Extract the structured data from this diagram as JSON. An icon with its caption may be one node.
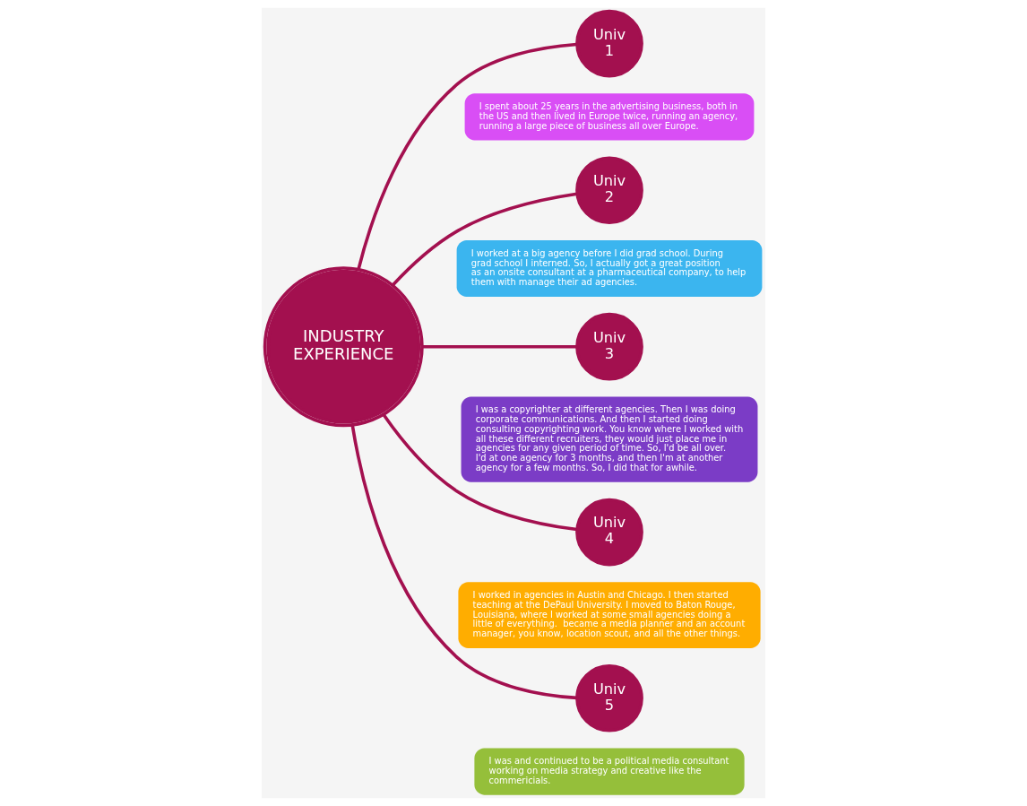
{
  "diagram": {
    "nodes": [
      {
        "text": [
          "INDUSTRY EXPERIENCE"
        ]
      },
      {
        "text": [
          "Univ",
          "1"
        ]
      },
      {
        "text": [
          "I spent about 25 years in the advertising business, both in the US and then lived in Europe twice, running an agency, running a large piece of business all over Europe."
        ]
      },
      {
        "text": [
          "Univ",
          "2"
        ]
      },
      {
        "text": [
          "I worked at a big agency before I did grad school. During grad school I interned. So, I actually got a great position as an onsite consultant at a pharmaceutical company, to help them with manage their ad agencies."
        ]
      },
      {
        "text": [
          "Univ",
          "3"
        ]
      },
      {
        "text": [
          "I was a copyrighter at different agencies. Then I was doing corporate communications. And then I started doing consulting copyrighting work. You know where I worked with all these different recruiters, they would just place me in agencies for any given period of time. So, I'd be all over. I'd at one agency for 3 months, and then I'm at another agency for a few months. So, I did that for awhile."
        ]
      },
      {
        "text": [
          "Univ",
          "4"
        ]
      },
      {
        "text": [
          "I worked in agencies in Austin and Chicago. I then started teaching at the DePaul University. I moved to Baton Rouge, Louisiana, where I worked at some small agencies doing a little of everything.  became a media planner and an account manager, you know, location scout, and all the other things."
        ]
      },
      {
        "text": [
          "Univ",
          "5"
        ]
      },
      {
        "text": [
          "I was and continued to be a political media consultant working on media strategy and creative like the commericials."
        ]
      }
    ],
    "edges": [
      {
        "from": 0,
        "to": 1,
        "arrow": "none"
      },
      {
        "from": 0,
        "to": 3,
        "arrow": "none"
      },
      {
        "from": 0,
        "to": 5,
        "arrow": "none"
      },
      {
        "from": 0,
        "to": 7,
        "arrow": "none"
      },
      {
        "from": 0,
        "to": 9,
        "arrow": "none"
      }
    ]
  }
}
